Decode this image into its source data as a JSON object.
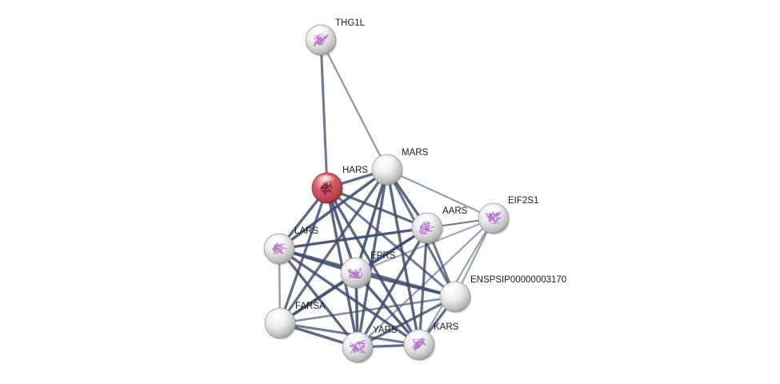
{
  "network": {
    "query_color": "#c9525a",
    "node_color": "#e4e4e4",
    "structure_color": "#b070c8",
    "edge_color": "#3f4b6e",
    "nodes": [
      {
        "id": "THG1L",
        "label": "THG1L",
        "query": false,
        "structure": true,
        "icon": "protein-structure-icon"
      },
      {
        "id": "HARS",
        "label": "HARS",
        "query": true,
        "structure": true,
        "icon": "protein-structure-icon"
      },
      {
        "id": "MARS",
        "label": "MARS",
        "query": false,
        "structure": false,
        "icon": ""
      },
      {
        "id": "AARS",
        "label": "AARS",
        "query": false,
        "structure": true,
        "icon": "protein-structure-icon"
      },
      {
        "id": "EIF2S1",
        "label": "EIF2S1",
        "query": false,
        "structure": true,
        "icon": "protein-structure-icon"
      },
      {
        "id": "LARS",
        "label": "LARS",
        "query": false,
        "structure": true,
        "icon": "protein-structure-icon"
      },
      {
        "id": "EPRS",
        "label": "EPRS",
        "query": false,
        "structure": true,
        "icon": "protein-structure-icon"
      },
      {
        "id": "ENSPSIP00000003170",
        "label": "ENSPSIP00000003170",
        "query": false,
        "structure": false,
        "icon": ""
      },
      {
        "id": "FARSA",
        "label": "FARSA",
        "query": false,
        "structure": false,
        "icon": ""
      },
      {
        "id": "YARS",
        "label": "YARS",
        "query": false,
        "structure": true,
        "icon": "protein-structure-icon"
      },
      {
        "id": "KARS",
        "label": "KARS",
        "query": false,
        "structure": true,
        "icon": "protein-structure-icon"
      }
    ],
    "edges": [
      {
        "source": "THG1L",
        "target": "HARS",
        "weight": 0.72
      },
      {
        "source": "THG1L",
        "target": "MARS",
        "weight": 0.45
      },
      {
        "source": "HARS",
        "target": "MARS",
        "weight": 0.8
      },
      {
        "source": "HARS",
        "target": "AARS",
        "weight": 0.8
      },
      {
        "source": "HARS",
        "target": "LARS",
        "weight": 0.85
      },
      {
        "source": "HARS",
        "target": "EPRS",
        "weight": 0.9
      },
      {
        "source": "HARS",
        "target": "FARSA",
        "weight": 0.8
      },
      {
        "source": "HARS",
        "target": "YARS",
        "weight": 0.85
      },
      {
        "source": "HARS",
        "target": "KARS",
        "weight": 0.85
      },
      {
        "source": "HARS",
        "target": "ENSPSIP00000003170",
        "weight": 0.7
      },
      {
        "source": "MARS",
        "target": "AARS",
        "weight": 0.85
      },
      {
        "source": "MARS",
        "target": "LARS",
        "weight": 0.9
      },
      {
        "source": "MARS",
        "target": "EPRS",
        "weight": 0.9
      },
      {
        "source": "MARS",
        "target": "FARSA",
        "weight": 0.8
      },
      {
        "source": "MARS",
        "target": "YARS",
        "weight": 0.85
      },
      {
        "source": "MARS",
        "target": "KARS",
        "weight": 0.85
      },
      {
        "source": "MARS",
        "target": "EIF2S1",
        "weight": 0.4
      },
      {
        "source": "MARS",
        "target": "ENSPSIP00000003170",
        "weight": 0.75
      },
      {
        "source": "AARS",
        "target": "EIF2S1",
        "weight": 0.35
      },
      {
        "source": "AARS",
        "target": "LARS",
        "weight": 0.85
      },
      {
        "source": "AARS",
        "target": "EPRS",
        "weight": 0.8
      },
      {
        "source": "AARS",
        "target": "FARSA",
        "weight": 0.8
      },
      {
        "source": "AARS",
        "target": "YARS",
        "weight": 0.85
      },
      {
        "source": "AARS",
        "target": "KARS",
        "weight": 0.8
      },
      {
        "source": "AARS",
        "target": "ENSPSIP00000003170",
        "weight": 0.7
      },
      {
        "source": "EIF2S1",
        "target": "EPRS",
        "weight": 0.35
      },
      {
        "source": "EIF2S1",
        "target": "LARS",
        "weight": 0.35
      },
      {
        "source": "EIF2S1",
        "target": "KARS",
        "weight": 0.4
      },
      {
        "source": "EIF2S1",
        "target": "YARS",
        "weight": 0.4
      },
      {
        "source": "EIF2S1",
        "target": "ENSPSIP00000003170",
        "weight": 0.4
      },
      {
        "source": "LARS",
        "target": "EPRS",
        "weight": 0.9
      },
      {
        "source": "LARS",
        "target": "FARSA",
        "weight": 0.45
      },
      {
        "source": "LARS",
        "target": "YARS",
        "weight": 0.85
      },
      {
        "source": "LARS",
        "target": "KARS",
        "weight": 0.85
      },
      {
        "source": "LARS",
        "target": "ENSPSIP00000003170",
        "weight": 0.8
      },
      {
        "source": "EPRS",
        "target": "FARSA",
        "weight": 0.85
      },
      {
        "source": "EPRS",
        "target": "YARS",
        "weight": 0.9
      },
      {
        "source": "EPRS",
        "target": "KARS",
        "weight": 0.9
      },
      {
        "source": "EPRS",
        "target": "ENSPSIP00000003170",
        "weight": 0.85
      },
      {
        "source": "ENSPSIP00000003170",
        "target": "KARS",
        "weight": 0.8
      },
      {
        "source": "ENSPSIP00000003170",
        "target": "YARS",
        "weight": 0.8
      },
      {
        "source": "ENSPSIP00000003170",
        "target": "FARSA",
        "weight": 0.55
      },
      {
        "source": "FARSA",
        "target": "YARS",
        "weight": 0.85
      },
      {
        "source": "FARSA",
        "target": "KARS",
        "weight": 0.7
      },
      {
        "source": "YARS",
        "target": "KARS",
        "weight": 0.8
      }
    ]
  }
}
